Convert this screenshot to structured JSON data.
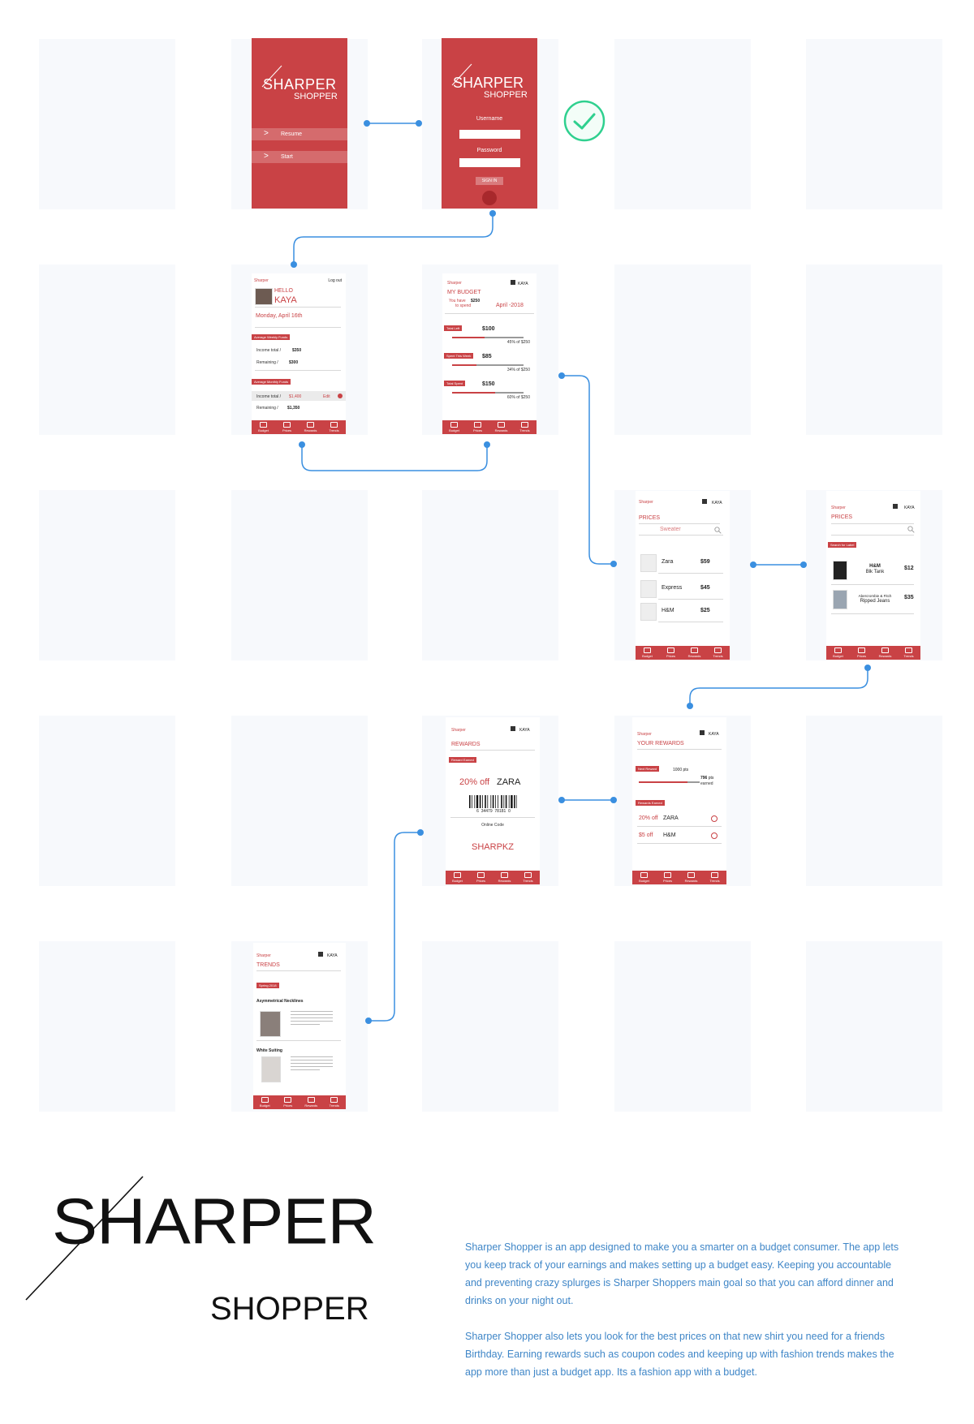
{
  "login_screen": {
    "logo_big": "SHARPER",
    "logo_small": "SHOPPER",
    "menu": [
      "Resume",
      "Start"
    ]
  },
  "signin_screen": {
    "logo_big": "SHARPER",
    "logo_small": "SHOPPER",
    "username_label": "Username",
    "password_label": "Password",
    "signin_button": "SIGN IN"
  },
  "home_screen": {
    "brand": "Sharper",
    "logout": "Log out",
    "greeting": "HELLO",
    "user": "KAYA",
    "date": "Monday, April 16th",
    "weekly_tag": "Average Weekly Funds",
    "weekly_income_label": "Income total /",
    "weekly_income": "$350",
    "weekly_remaining_label": "Remaining /",
    "weekly_remaining": "$300",
    "monthly_tag": "Average Monthly Funds",
    "monthly_income_label": "Income total /",
    "monthly_income": "$1,400",
    "edit": "Edit",
    "monthly_remaining_label": "Remaining /",
    "monthly_remaining": "$1,350"
  },
  "budget_screen": {
    "brand": "Sharper",
    "user": "KAYA",
    "title": "MY BUDGET",
    "have_line1": "You have",
    "have_amount": "$250",
    "have_line2": "to spend",
    "month": "April -2018",
    "rows": [
      {
        "tag": "Total Left",
        "amount": "$100",
        "caption": "45% of $250",
        "fill": 0.45
      },
      {
        "tag": "Spent This Week",
        "amount": "$85",
        "caption": "34% of $250",
        "fill": 0.34
      },
      {
        "tag": "Total Spent",
        "amount": "$150",
        "caption": "60% of $250",
        "fill": 0.6
      }
    ]
  },
  "prices_screen": {
    "brand": "Sharper",
    "user": "KAYA",
    "title": "PRICES",
    "search_placeholder": "Sweater",
    "items": [
      {
        "store": "Zara",
        "price": "$59"
      },
      {
        "store": "Express",
        "price": "$45"
      },
      {
        "store": "H&M",
        "price": "$25"
      }
    ]
  },
  "prices2_screen": {
    "brand": "Sharper",
    "user": "KAYA",
    "title": "PRICES",
    "tag": "Search for Label",
    "items": [
      {
        "line1": "H&M",
        "line2": "Blk Tank",
        "price": "$12"
      },
      {
        "line1": "Abercrombie & Fitch",
        "line2": "Ripped Jeans",
        "price": "$35"
      }
    ]
  },
  "rewards_screen": {
    "brand": "Sharper",
    "user": "KAYA",
    "title": "REWARDS",
    "tag": "Reward Earned",
    "offer": "20% off",
    "store": "ZARA",
    "barcode_number": "6  34479  78181  0",
    "online_code_label": "Online Code",
    "code": "SHARPKZ"
  },
  "your_rewards_screen": {
    "brand": "Sharper",
    "user": "KAYA",
    "title": "YOUR REWARDS",
    "tag1": "Next Reward",
    "points_goal": "1000 pts",
    "points_fill": 0.796,
    "points_earned": "796",
    "points_earned_unit": "pts",
    "points_earned_caption": "earned",
    "tag2": "Rewards Earned",
    "rewards": [
      {
        "offer": "20% off",
        "store": "ZARA"
      },
      {
        "offer": "$5 off",
        "store": "H&M"
      }
    ]
  },
  "trends_screen": {
    "brand": "Sharper",
    "user": "KAYA",
    "title": "TRENDS",
    "tag": "Spring 2018",
    "section1": "Asymmetrical Necklines",
    "section2": "White Suiting"
  },
  "navbar": [
    "Budget",
    "Prices",
    "Rewards",
    "Trends"
  ],
  "brand_logo": {
    "big": "SHARPER",
    "small": "SHOPPER"
  },
  "description": {
    "p1": "Sharper Shopper is an app designed to make you a smarter on a budget consumer. The app lets you keep track of your earnings and makes setting up a budget easy. Keeping you accountable and preventing crazy splurges is Sharper Shoppers main goal so that you can afford dinner and drinks on your night out.",
    "p2": "Sharper Shopper also lets you look for the best prices on that new shirt you need for a friends Birthday. Earning rewards such as coupon codes and keeping up with fashion trends makes the app more than just a budget app. Its a fashion app with a budget."
  },
  "colors": {
    "accent": "#c94245",
    "connector": "#3a8fe0",
    "check": "#2fd08f",
    "text_blue": "#3f86c7"
  }
}
